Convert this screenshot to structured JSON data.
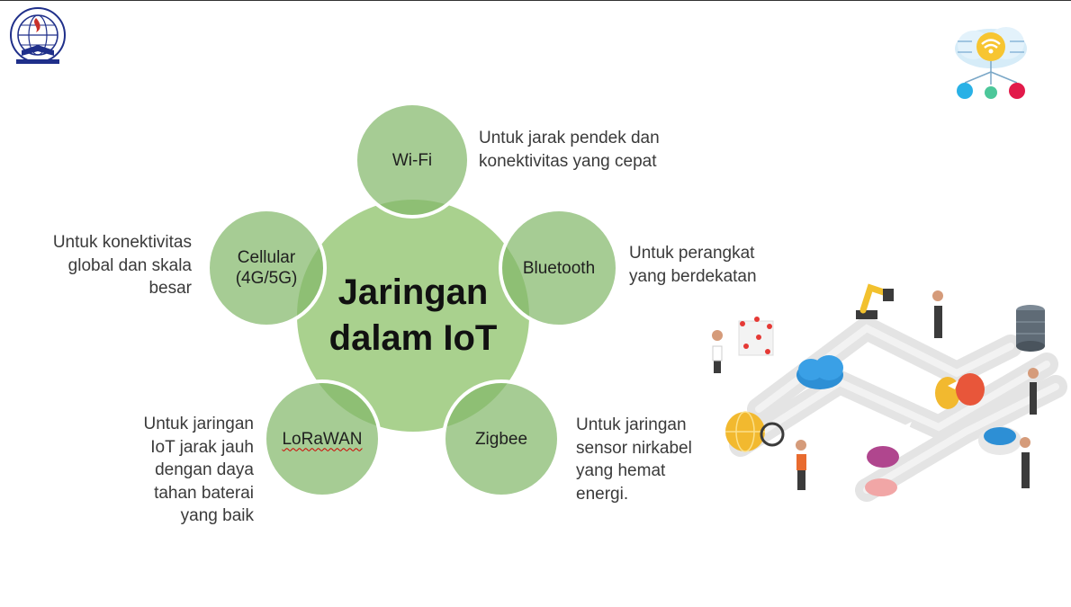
{
  "diagram": {
    "center": "Jaringan dalam IoT",
    "nodes": {
      "wifi": {
        "label": "Wi-Fi",
        "description": "Untuk jarak pendek dan konektivitas yang cepat"
      },
      "bluetooth": {
        "label": "Bluetooth",
        "description": "Untuk perangkat yang berdekatan"
      },
      "zigbee": {
        "label": "Zigbee",
        "description": "Untuk jaringan sensor nirkabel yang hemat energi."
      },
      "lorawan": {
        "label": "LoRaWAN",
        "description": "Untuk jaringan IoT jarak jauh dengan daya tahan baterai yang baik"
      },
      "cellular": {
        "label": "Cellular (4G/5G)",
        "description": "Untuk konektivitas global dan skala besar"
      }
    }
  },
  "colors": {
    "node_fill": "#84b96b",
    "center_fill": "#a9d18e",
    "text": "#3a3a3a",
    "logo_blue": "#1f2f8a"
  },
  "icons": [
    "university-logo",
    "iot-wifi-cloud-icon",
    "iot-isometric-illustration"
  ]
}
